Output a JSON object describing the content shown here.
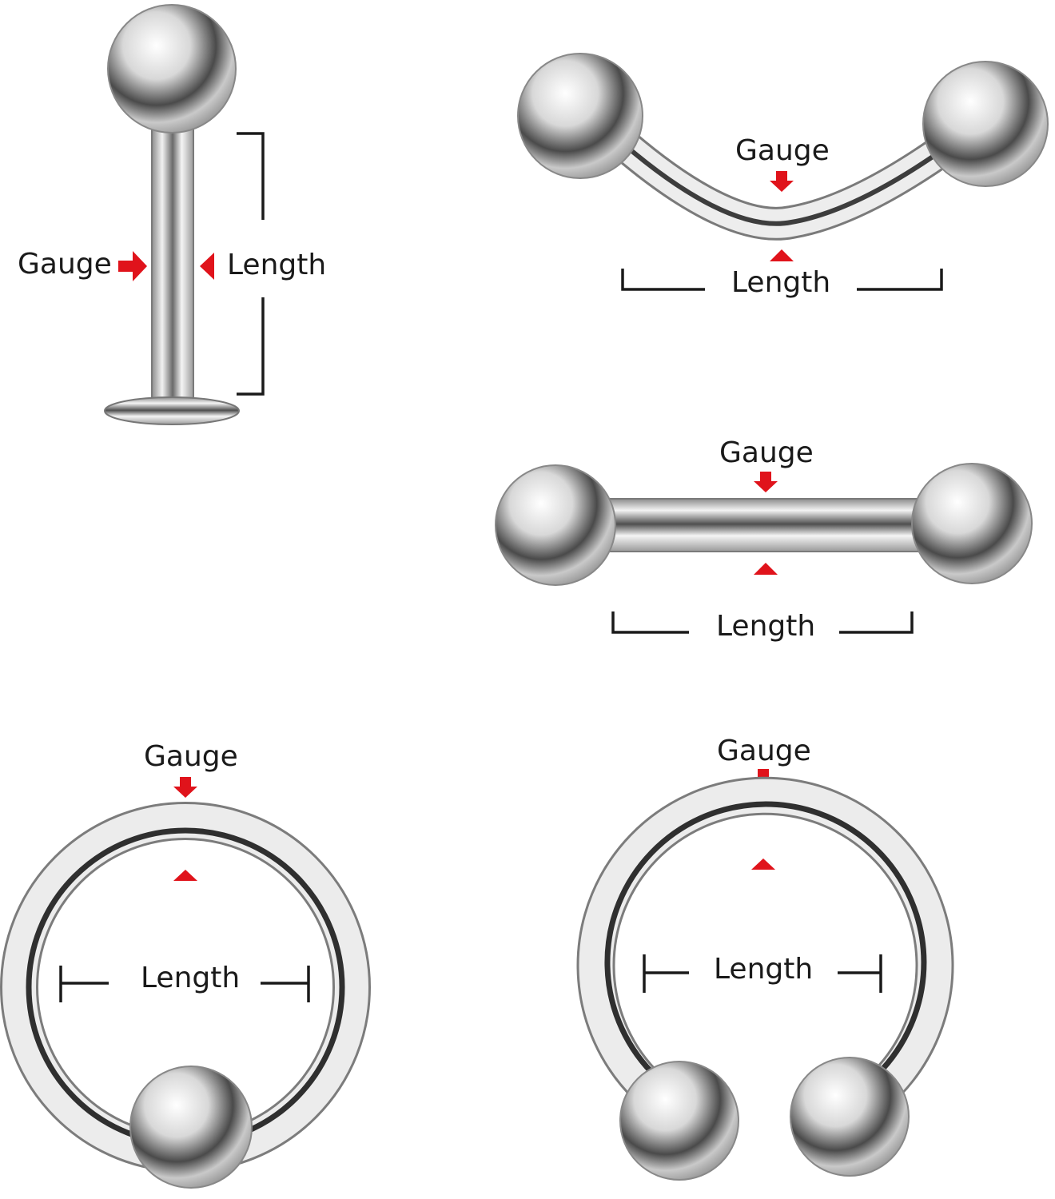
{
  "colors": {
    "metal_light": "#f4f4f4",
    "metal_mid": "#bdbdbd",
    "metal_dark": "#3a3a3a",
    "arrow": "#e0131b",
    "text": "#1a1a1a"
  },
  "labret": {
    "gauge": "Gauge",
    "length": "Length"
  },
  "curved_barbell": {
    "gauge": "Gauge",
    "length": "Length"
  },
  "straight_barbell": {
    "gauge": "Gauge",
    "length": "Length"
  },
  "captive_ring": {
    "gauge": "Gauge",
    "length": "Length"
  },
  "horseshoe": {
    "gauge": "Gauge",
    "length": "Length"
  }
}
